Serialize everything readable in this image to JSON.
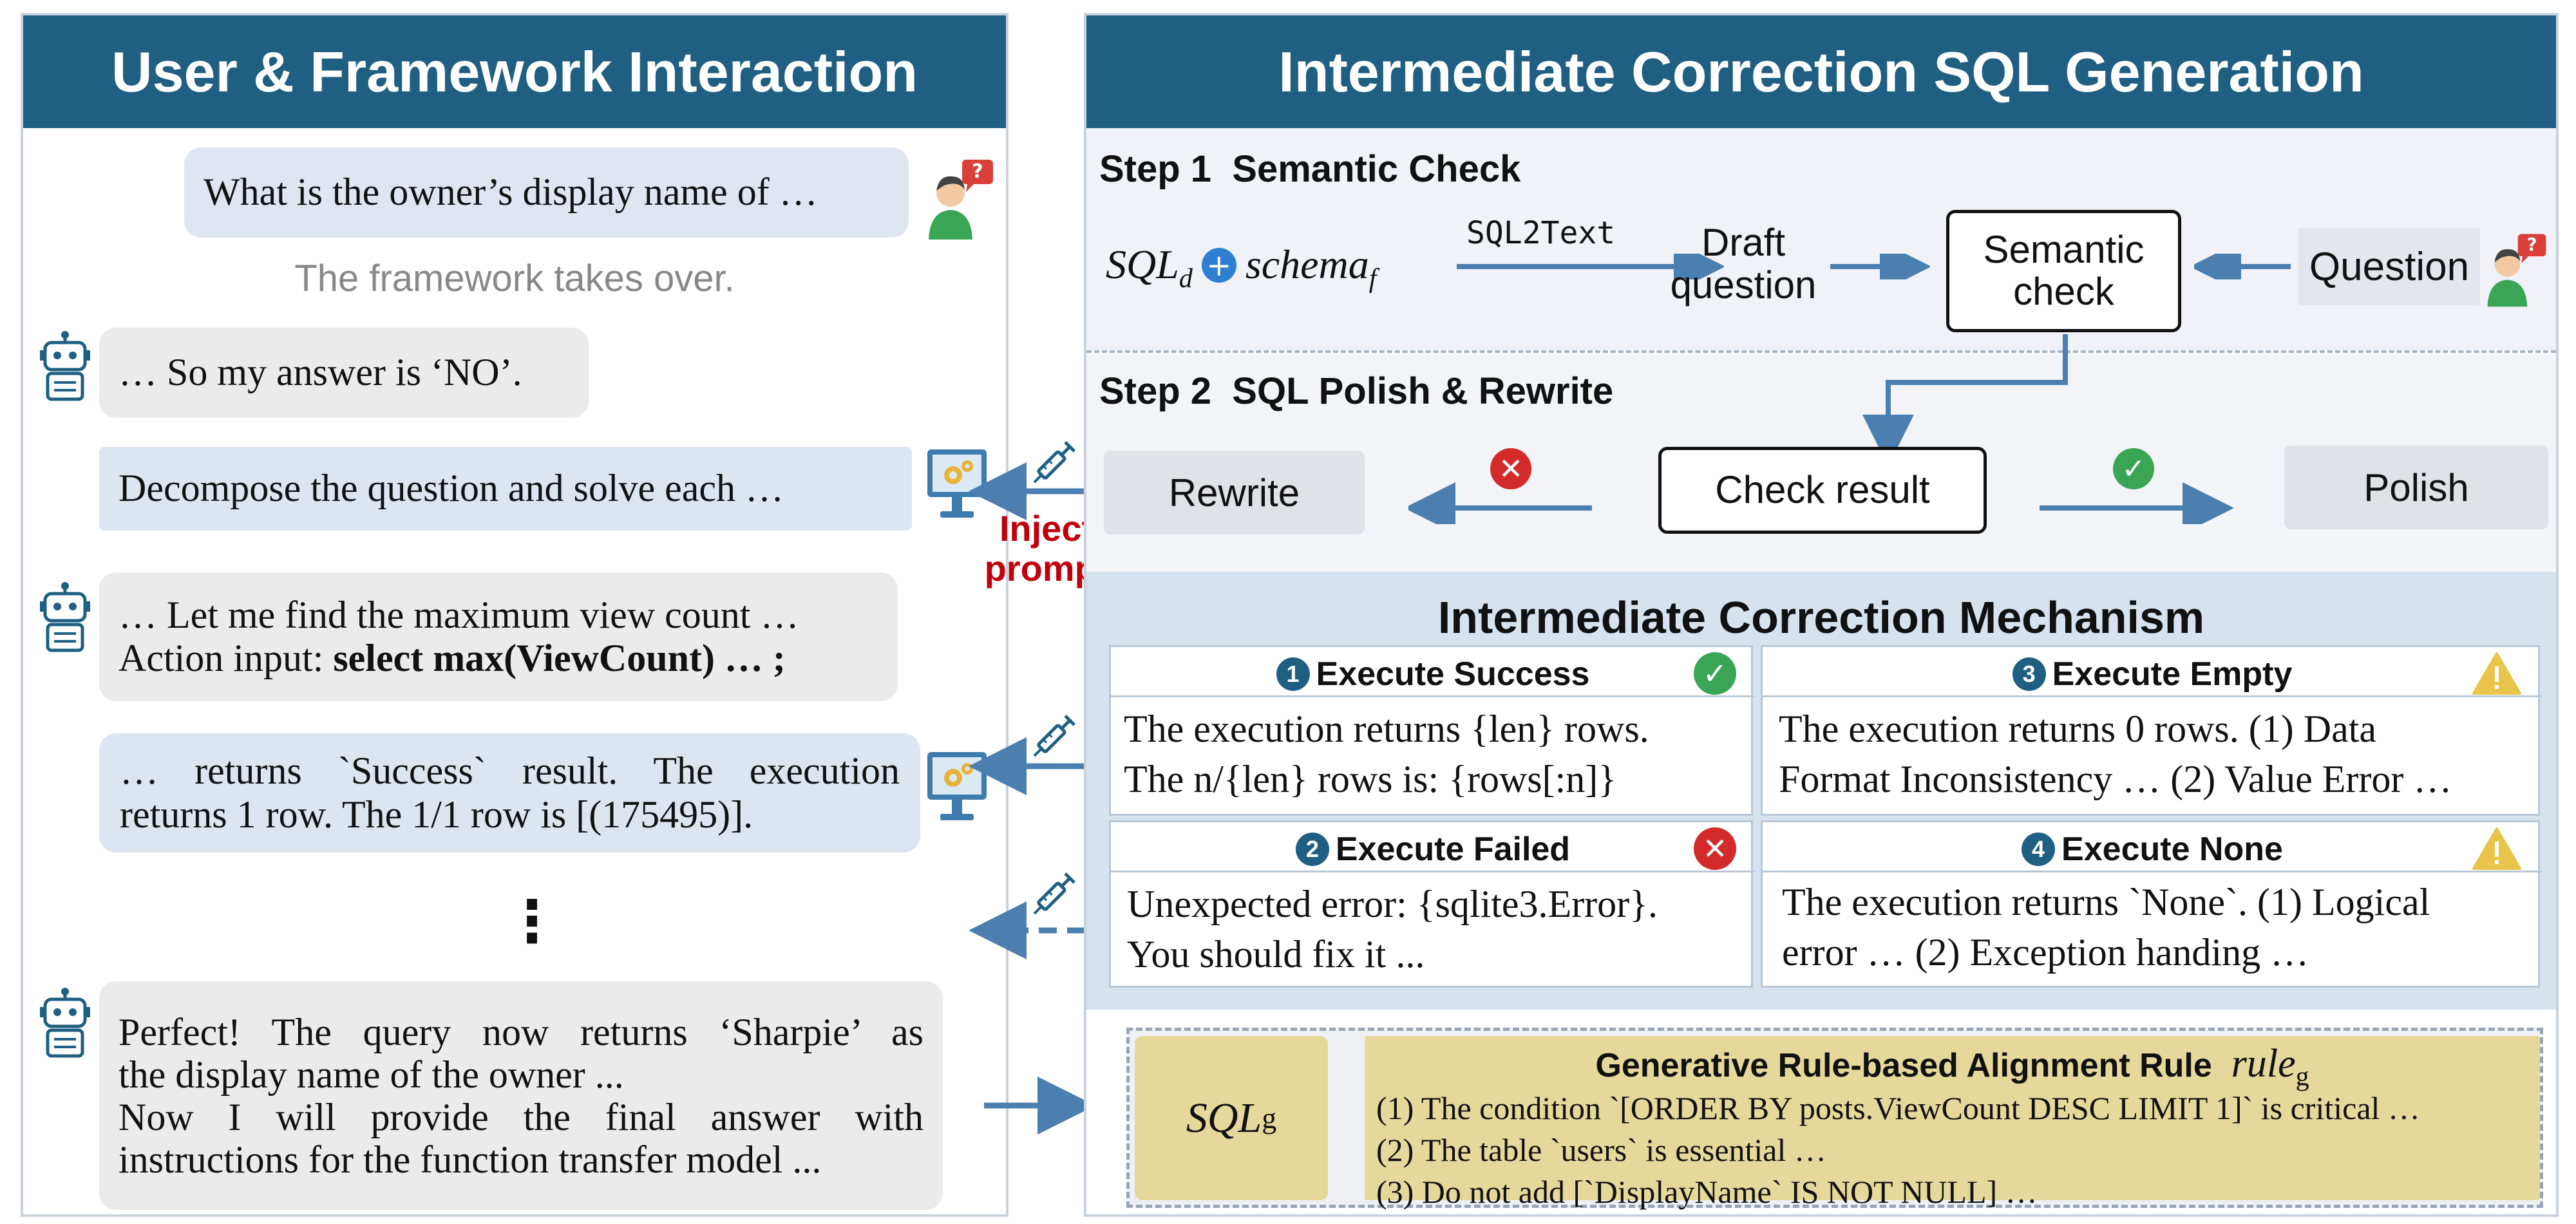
{
  "left": {
    "title": "User & Framework Interaction",
    "user_question": "What is the owner’s display name of  …",
    "takeover": "The framework takes over.",
    "bot1": "… So my answer is ‘NO’.",
    "decompose": "Decompose the question and solve each …",
    "bot2_line1": "… Let me find the maximum view count …",
    "bot2_line2_prefix": "Action input: ",
    "bot2_line2_bold": "select max(ViewCount) … ;",
    "success_line1": "… returns `Success` result. The execution",
    "success_line2": "returns 1 row. The 1/1 row is [(175495)].",
    "ellipsis": "⋮",
    "final_line1": "Perfect! The query now returns ‘Sharpie’ as",
    "final_line2": "the display name of the owner ...",
    "final_line3": "Now I will provide the final answer with",
    "final_line4": "instructions for the function transfer model ..."
  },
  "inject": {
    "line1": "Inject",
    "line2": "prompt"
  },
  "right": {
    "title": "Intermediate Correction SQL Generation",
    "step1": {
      "label": "Step 1",
      "name": "Semantic Check",
      "sql_main": "SQL",
      "sql_sub": "d",
      "plus": "+",
      "schema_main": "schema",
      "schema_sub": "f",
      "arrow_label": "SQL2Text",
      "draft_line1": "Draft",
      "draft_line2": "question",
      "semantic_line1": "Semantic",
      "semantic_line2": "check",
      "question": "Question"
    },
    "step2": {
      "label": "Step 2",
      "name": "SQL Polish & Rewrite",
      "rewrite": "Rewrite",
      "check_result": "Check result",
      "polish": "Polish"
    },
    "mechanism": {
      "title": "Intermediate Correction Mechanism",
      "cards": [
        {
          "num": "1",
          "title": "Execute Success",
          "line1": "The execution returns {len} rows.",
          "line2": "The n/{len} rows is: {rows[:n]}",
          "status": "check"
        },
        {
          "num": "3",
          "title": "Execute Empty",
          "line1": "The execution returns 0 rows. (1) Data",
          "line2": "Format Inconsistency … (2) Value Error …",
          "status": "warning"
        },
        {
          "num": "2",
          "title": "Execute Failed",
          "line1": "Unexpected error: {sqlite3.Error}.",
          "line2": "You should fix it ...",
          "status": "cross"
        },
        {
          "num": "4",
          "title": "Execute None",
          "line1": "The execution returns `None`. (1) Logical",
          "line2": "error … (2) Exception handing …",
          "status": "warning"
        }
      ]
    },
    "rule": {
      "sql_main": "SQL",
      "sql_sub": "g",
      "title": "Generative Rule-based Alignment Rule",
      "rule_main": "rule",
      "rule_sub": "g",
      "line1": "(1) The condition `[ORDER BY posts.ViewCount DESC LIMIT 1]` is critical …",
      "line2": "(2) The table `users` is essential …",
      "line3": "(3) Do not add [`DisplayName` IS NOT NULL] …"
    }
  },
  "colors": {
    "header": "#1f5f82",
    "arrow": "#4a7fb0",
    "inject_red": "#c0000c",
    "check_green": "#3aa655",
    "cross_red": "#d42a2a",
    "warning_yellow": "#e8c44a"
  },
  "icons": [
    "user-question-icon",
    "robot-icon",
    "monitor-gear-icon",
    "syringe-icon",
    "plus-icon",
    "check-icon",
    "cross-icon",
    "warning-icon"
  ]
}
